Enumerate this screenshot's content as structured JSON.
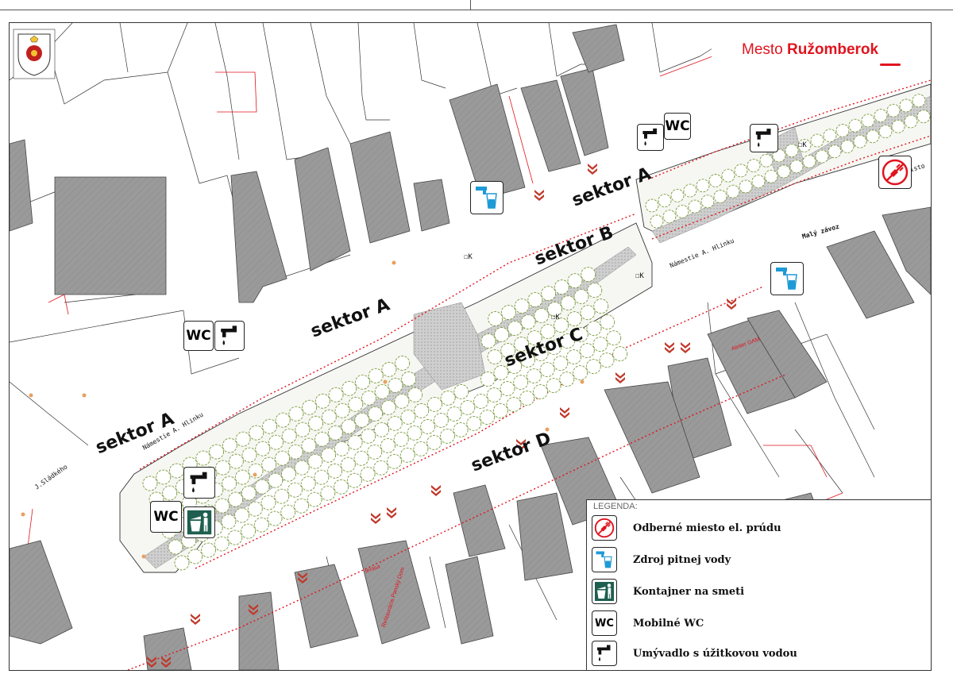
{
  "header": {
    "brand_prefix": "Mesto ",
    "brand_name": "Ružomberok"
  },
  "sectors": {
    "a1": "sektor A",
    "a2": "sektor A",
    "a3": "sektor A",
    "b": "sektor B",
    "c": "sektor C",
    "d": "sektor D"
  },
  "streets": {
    "namestie_left": "Námestie A. Hlinku",
    "namestie_right": "Námestie A. Hlinku",
    "sladkeho": "J.Sládkého",
    "maly_zavoz": "Malý závoz",
    "misto": "misto"
  },
  "venues": {
    "teresa": "terasa",
    "restaurant": "Reštaurácia Panský Dom",
    "atelier": "Atelier GAM"
  },
  "markers": {
    "k1": "K",
    "k2": "K",
    "k3": "K",
    "k4": "K"
  },
  "icons": {
    "wc": "WC"
  },
  "legend": {
    "title": "LEGENDA:",
    "items": [
      {
        "icon": "power-outlet-icon",
        "label": "Odberné miesto el. prúdu"
      },
      {
        "icon": "drinking-water-icon",
        "label": "Zdroj pitnej vody"
      },
      {
        "icon": "trash-container-icon",
        "label": "Kontajner na smeti"
      },
      {
        "icon": "wc-icon",
        "label": "Mobilné WC"
      },
      {
        "icon": "washbasin-icon",
        "label": "Umývadlo s úžitkovou vodou"
      }
    ]
  },
  "colors": {
    "accent": "#e0141e",
    "water": "#1e9ad6",
    "bin": "#1f5f50",
    "tree": "#7a9a3c",
    "building": "#9a9a9a"
  }
}
